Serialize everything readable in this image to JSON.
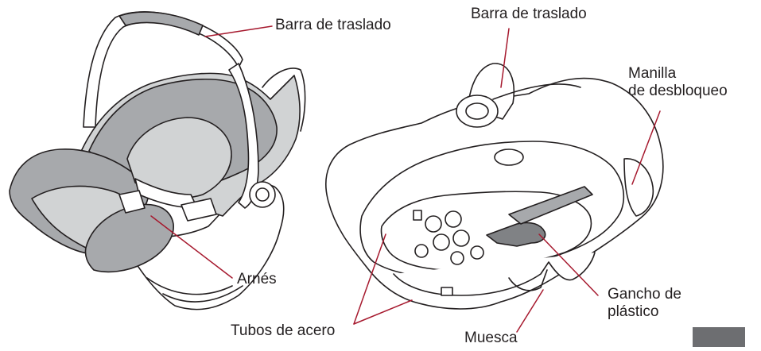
{
  "labels": {
    "carry_handle_left": "Barra de traslado",
    "carry_handle_right": "Barra de traslado",
    "release_handle": "Manilla\nde desbloqueo",
    "harness": "Arnés",
    "plastic_hook": "Gancho de\nplástico",
    "steel_tubes": "Tubos de acero",
    "notch": "Muesca"
  },
  "page_badge": "",
  "colors": {
    "ink": "#231f20",
    "fabric_dark": "#a7a9ac",
    "fabric_light": "#d1d3d4",
    "shell": "#ffffff",
    "hook_dark": "#808285",
    "badge": "#6d6e71"
  }
}
